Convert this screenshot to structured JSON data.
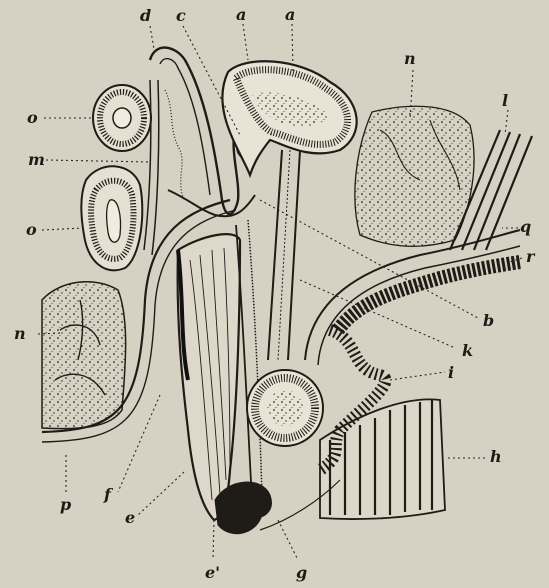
{
  "figure": {
    "ink_color": "#1f1c17",
    "paper_color": "#d6d1c3",
    "labels": {
      "a1": "a",
      "a2": "a",
      "b": "b",
      "c": "c",
      "d": "d",
      "e": "e",
      "e_prime": "e'",
      "f": "f",
      "g": "g",
      "h": "h",
      "i": "i",
      "k": "k",
      "l": "l",
      "m": "m",
      "n_top": "n",
      "n_left": "n",
      "o_top": "o",
      "o_mid": "o",
      "p": "p",
      "q": "q",
      "r": "r"
    }
  }
}
